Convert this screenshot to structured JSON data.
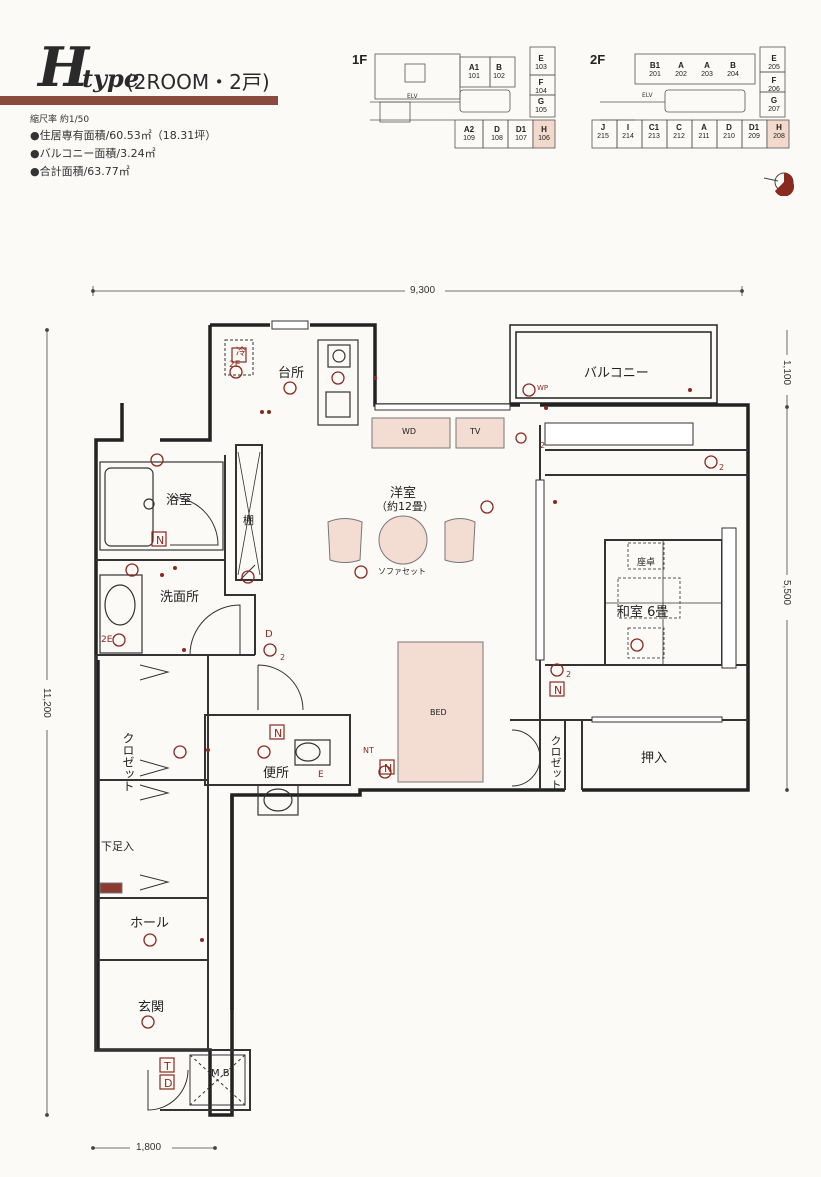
{
  "title": {
    "main": "H",
    "type": "type",
    "sub": "(2ROOM・2戸)"
  },
  "specs": {
    "scale": "縮尺率 約1/50",
    "living_area": "●住居専有面積/60.53㎡（18.31坪）",
    "balcony_area": "●バルコニー面積/3.24㎡",
    "total_area": "●合計面積/63.77㎡"
  },
  "key_plan": {
    "floor1": {
      "label": "1F",
      "elv": "ELV",
      "units": [
        {
          "name": "A1",
          "type": "type",
          "num": "101"
        },
        {
          "name": "B",
          "type": "type",
          "num": "102"
        },
        {
          "name": "E",
          "type": "type",
          "num": "103"
        },
        {
          "name": "F",
          "type": "type",
          "num": "104"
        },
        {
          "name": "G",
          "type": "type",
          "num": "105"
        },
        {
          "name": "A2",
          "type": "type",
          "num": "109"
        },
        {
          "name": "D",
          "type": "type",
          "num": "108"
        },
        {
          "name": "D1",
          "type": "type",
          "num": "107"
        },
        {
          "name": "H",
          "type": "type",
          "num": "106"
        }
      ]
    },
    "floor2": {
      "label": "2F",
      "elv": "ELV",
      "units": [
        {
          "name": "B1",
          "type": "type",
          "num": "201"
        },
        {
          "name": "A",
          "type": "type",
          "num": "202"
        },
        {
          "name": "A",
          "type": "type",
          "num": "203"
        },
        {
          "name": "B",
          "type": "type",
          "num": "204"
        },
        {
          "name": "E",
          "type": "type",
          "num": "205"
        },
        {
          "name": "F",
          "type": "type",
          "num": "206"
        },
        {
          "name": "G",
          "type": "type",
          "num": "207"
        },
        {
          "name": "J",
          "type": "type",
          "num": "215"
        },
        {
          "name": "I",
          "type": "type",
          "num": "214"
        },
        {
          "name": "C1",
          "type": "type",
          "num": "213"
        },
        {
          "name": "C",
          "type": "type",
          "num": "212"
        },
        {
          "name": "A",
          "type": "type",
          "num": "211"
        },
        {
          "name": "D",
          "type": "type",
          "num": "210"
        },
        {
          "name": "D1",
          "type": "type",
          "num": "209"
        },
        {
          "name": "H",
          "type": "type",
          "num": "208"
        }
      ]
    }
  },
  "dimensions": {
    "width_total": "9,300",
    "height_total": "11,200",
    "balcony_depth": "1,100",
    "right_section": "5,500",
    "bottom_width": "1,800"
  },
  "rooms": {
    "kitchen": "台所",
    "refrigerator": "冷",
    "balcony": "バルコニー",
    "wp": "WP",
    "bath": "浴室",
    "shelf": "棚",
    "western_room": "洋室",
    "western_room_size": "（約12畳）",
    "sofa_set": "ソファセット",
    "wd": "WD",
    "tv": "TV",
    "washroom": "洗面所",
    "japanese_room": "和室 6畳",
    "low_table": "座卓",
    "bed": "BED",
    "closet": "クロゼット",
    "closet_small": "クロゼット",
    "oshiire": "押入",
    "toilet": "便所",
    "shoe_box": "下足入",
    "hall": "ホール",
    "entrance": "玄関",
    "mb": "M B",
    "nt": "NT"
  },
  "symbols": {
    "n": "N",
    "e2": "2E",
    "d": "D",
    "t": "T",
    "e": "E",
    "two": "2"
  }
}
